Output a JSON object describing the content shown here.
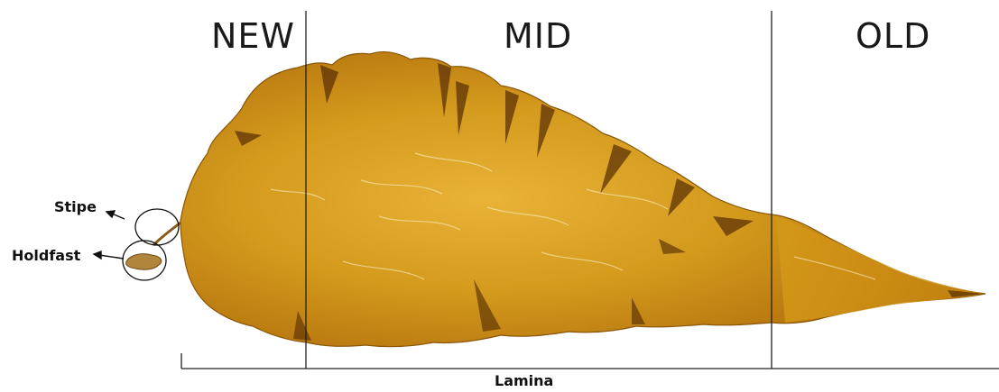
{
  "zones": {
    "new": "NEW",
    "mid": "MID",
    "old": "OLD"
  },
  "annotations": {
    "stipe": "Stipe",
    "holdfast": "Holdfast",
    "lamina": "Lamina"
  },
  "colors": {
    "blade_light": "#e0a626",
    "blade_mid": "#c5840f",
    "blade_dark": "#6b3a08",
    "line": "#222222"
  }
}
